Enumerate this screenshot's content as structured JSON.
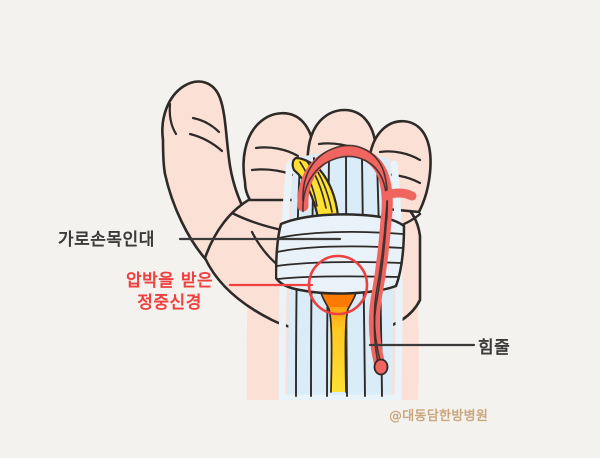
{
  "figure": {
    "type": "medical-illustration",
    "subject": "carpal-tunnel-syndrome-hand-anatomy",
    "background_color": "#f4f2ee"
  },
  "labels": {
    "ligament": {
      "text": "가로손목인대",
      "color": "#3b3b3b",
      "leader_color": "#3b3b3b"
    },
    "nerve": {
      "line1": "압박을 받은",
      "line2": "정중신경",
      "color": "#ef3f3f",
      "leader_color": "#ef3f3f"
    },
    "tendon": {
      "text": "힘줄",
      "color": "#3b3b3b",
      "leader_color": "#3b3b3b"
    }
  },
  "watermark": {
    "text": "@대동담한방병원",
    "color": "#c8a37a"
  },
  "anatomy": {
    "skin_color": "#fbe0d5",
    "outline_color": "#2e2a28",
    "tendon_color": "#d9ecf7",
    "ligament_color": "#e8f2f8",
    "nerve_color": "#ffe033",
    "nerve_compressed_color": "#ff7a00",
    "artery_color": "#f0655f",
    "highlight_circle_color": "#ef3f3f",
    "parts": [
      "thumb",
      "index-finger",
      "middle-finger",
      "ring-finger",
      "palm",
      "wrist",
      "forearm",
      "flexor-tendons",
      "transverse-carpal-ligament",
      "median-nerve",
      "compressed-median-nerve",
      "radial-artery"
    ]
  }
}
